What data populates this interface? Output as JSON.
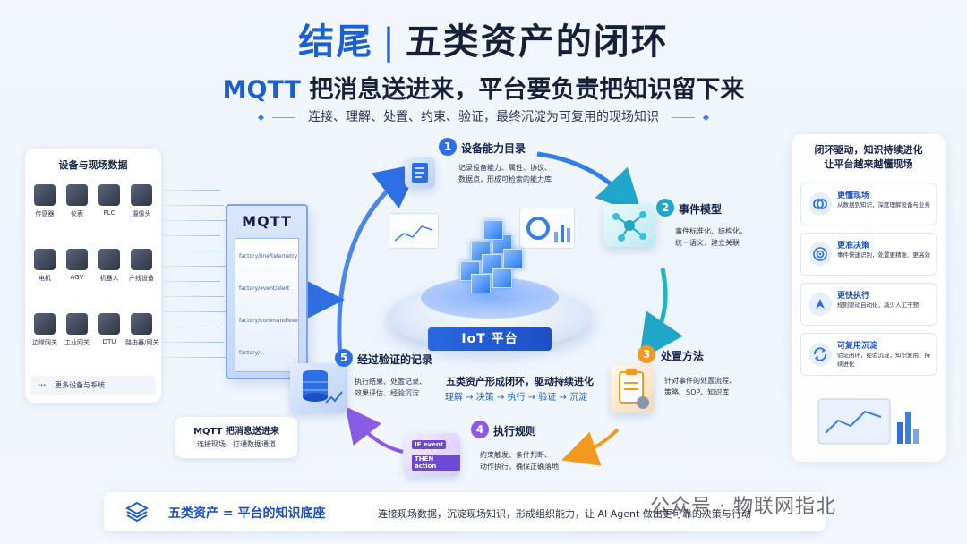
{
  "header": {
    "title_left": "结尾",
    "title_sep": "|",
    "title_right": "五类资产的闭环",
    "subtitle_hl": "MQTT",
    "subtitle_rest": " 把消息送进来，平台要负责把知识留下来",
    "tagline": "连接、理解、处置、约束、验证，最终沉淀为可复用的现场知识"
  },
  "devices": {
    "title": "设备与现场数据",
    "items": [
      {
        "label": "传感器"
      },
      {
        "label": "仪表"
      },
      {
        "label": "PLC"
      },
      {
        "label": "摄像头"
      },
      {
        "label": "电机"
      },
      {
        "label": "AGV"
      },
      {
        "label": "机器人"
      },
      {
        "label": "产线设备"
      },
      {
        "label": "边缘网关"
      },
      {
        "label": "工业网关"
      },
      {
        "label": "DTU"
      },
      {
        "label": "路由器/网关"
      }
    ],
    "more_dots": "···",
    "more": "更多设备与系统"
  },
  "mqtt": {
    "label": "MQTT",
    "topics": [
      "factory/line/telemetry",
      "factory/event/alert",
      "factory/command/exec",
      "factory/..."
    ]
  },
  "platform": {
    "label": "IoT 平台"
  },
  "steps": [
    {
      "num": "1",
      "title": "设备能力目录",
      "desc": [
        "记录设备能力、属性、协议、",
        "数据点，形成可检索的能力库"
      ]
    },
    {
      "num": "2",
      "title": "事件模型",
      "desc": [
        "事件标准化、结构化，",
        "统一语义，建立关联"
      ]
    },
    {
      "num": "3",
      "title": "处置方法",
      "desc": [
        "针对事件的处置流程、",
        "策略、SOP、知识库"
      ]
    },
    {
      "num": "4",
      "title": "执行规则",
      "desc": [
        "约束触发、条件判断、",
        "动作执行，确保正确落地"
      ]
    },
    {
      "num": "5",
      "title": "经过验证的记录",
      "desc": [
        "执行结果、处置记录、",
        "效果评估、经验沉淀"
      ]
    }
  ],
  "rule_card": {
    "line1": "IF event",
    "line2": "THEN action"
  },
  "center": {
    "title": "五类资产形成闭环，驱动持续进化",
    "flow": "理解 → 决策 → 执行 → 验证 → 沉淀"
  },
  "mqtt_card": {
    "title": "MQTT 把消息送进来",
    "desc": "连接现场，打通数据通道"
  },
  "right_panel": {
    "title_line1": "闭环驱动，知识持续进化",
    "title_line2": "让平台越来越懂现场",
    "items": [
      {
        "title": "更懂现场",
        "desc": "从数据到知识，深度理解设备与业务",
        "icon": "brain-icon"
      },
      {
        "title": "更准决策",
        "desc": "事件快速识别，处置更精准、更高效",
        "icon": "target-icon"
      },
      {
        "title": "更快执行",
        "desc": "规则驱动自动化，减少人工干预",
        "icon": "rocket-icon"
      },
      {
        "title": "可复用沉淀",
        "desc": "验证闭环，经验沉淀，知识复用、持续进化",
        "icon": "cycle-icon"
      }
    ]
  },
  "footer": {
    "title": "五类资产 = 平台的知识底座",
    "desc": "连接现场数据，沉淀现场知识，形成组织能力，让 AI Agent 做出更可靠的决策与行动"
  },
  "watermark": "公众号 · 物联网指北",
  "colors": {
    "primary": "#1a5fd6",
    "step1": "#2f6fe4",
    "step2": "#1fa6c9",
    "step3": "#f39a1e",
    "step4": "#8a5ce6",
    "step5": "#2f6fe4"
  }
}
